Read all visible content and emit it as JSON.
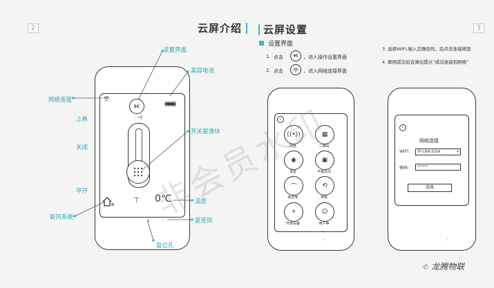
{
  "left_page": {
    "page_number": "2",
    "title": "云屏介绍",
    "labels": {
      "settings_ui": "设置界面",
      "high_battery": "高容电池",
      "network_connection": "网络连接",
      "top_hang": "上悬",
      "close": "关闭",
      "switch_slider": "开关窗滑块",
      "flat_open": "平开",
      "fresh_air": "新风系统",
      "temperature": "温度",
      "microphone": "麦克风",
      "reset_hole": "复位孔"
    },
    "phone": {
      "sc_button": "SC",
      "battery_icon": "▭",
      "temp_value": "0℃",
      "dots": "⁘"
    }
  },
  "right_page": {
    "title": "云屏设置",
    "section": "设置界面",
    "step1_num": "1.",
    "step1_prefix": "点击",
    "step1_icon": "SC",
    "step1_text": "，进入操作设置界面",
    "step2_num": "2.",
    "step2_prefix": "点击",
    "step2_text": "，进入网络连接界面",
    "step3": "3. 选择WIFI,输入正确密码，后点击连接按钮",
    "step4": "4. 联网成功后会弹出提示“成功连接到网络”",
    "page_number": "3",
    "grid": [
      "网络",
      "二维码",
      "语音",
      "平面关闭",
      "晾衣架",
      "换窗",
      "开窗设备",
      "用户等"
    ],
    "net_dialog": {
      "title": "网络连接",
      "wifi_label": "WIFI:",
      "wifi_value": "TP-LINK-520A",
      "pwd_label": "密码:",
      "pwd_value": "******",
      "connect_button": "连接"
    }
  },
  "watermark": "非会员水印",
  "brand": "龙腾物联"
}
